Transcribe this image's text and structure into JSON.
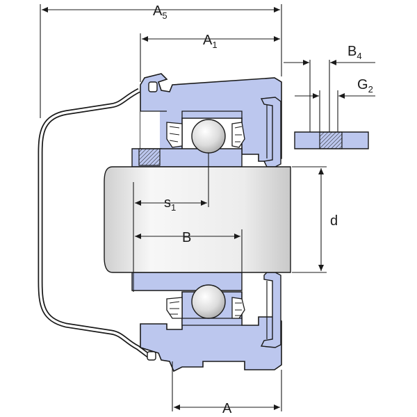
{
  "diagram": {
    "colors": {
      "housing_fill": "#bcc7ee",
      "outline": "#1a1a1a",
      "shaft_light": "#f4f4f4",
      "shaft_dark": "#c8c8c8",
      "ball_light": "#ffffff",
      "ball_dark": "#b5b5b5"
    },
    "labels": {
      "A5_main": "A",
      "A5_sub": "5",
      "A1_main": "A",
      "A1_sub": "1",
      "B4_main": "B",
      "B4_sub": "4",
      "G2_main": "G",
      "G2_sub": "2",
      "s1_main": "s",
      "s1_sub": "1",
      "B": "B",
      "d": "d",
      "A": "A"
    }
  }
}
